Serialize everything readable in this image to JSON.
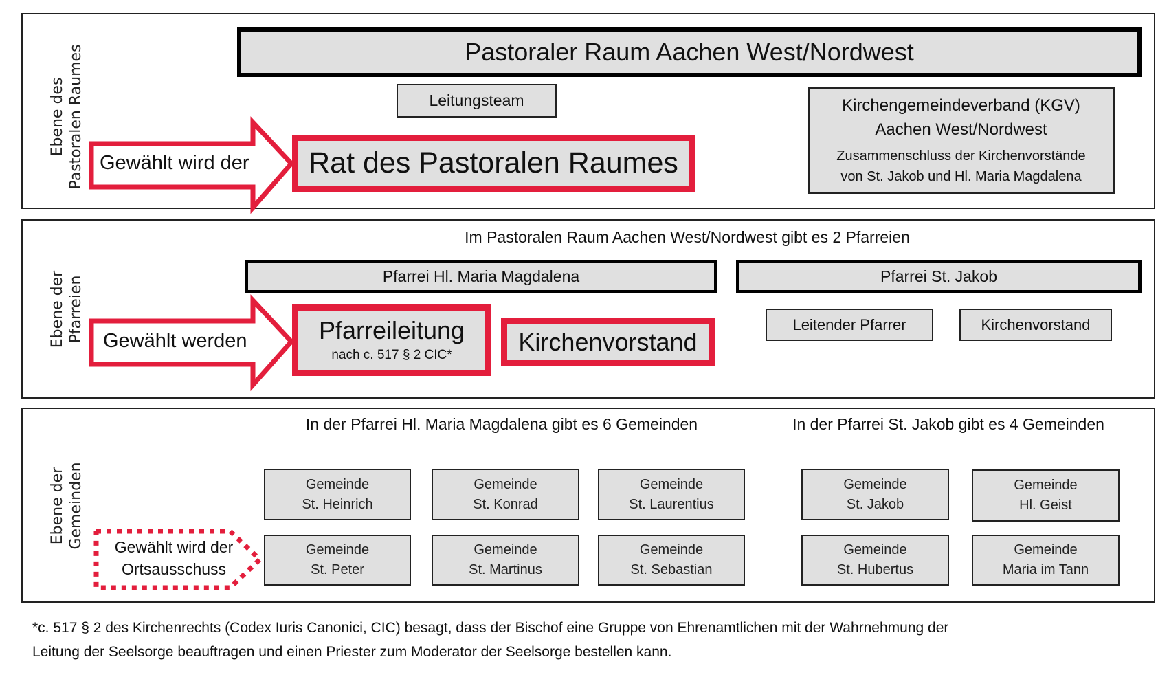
{
  "colors": {
    "accent_red": "#e31e3c",
    "box_fill": "#e0e0e0",
    "border": "#222222"
  },
  "level_pastoral": {
    "side_label_line1": "Ebene des",
    "side_label_line2": "Pastoralen Raumes",
    "title_bar": "Pastoraler Raum Aachen West/Nordwest",
    "leitungsteam": "Leitungsteam",
    "elected_arrow": "Gewählt wird der",
    "elected_body": "Rat des Pastoralen Raumes",
    "kgv": {
      "line1": "Kirchengemeindeverband (KGV)",
      "line2": "Aachen West/Nordwest",
      "line3": "Zusammenschluss der Kirchenvorstände",
      "line4": "von St. Jakob und Hl. Maria Magdalena"
    }
  },
  "level_parishes": {
    "side_label_line1": "Ebene der",
    "side_label_line2": "Pfarreien",
    "caption": "Im Pastoralen Raum Aachen West/Nordwest gibt es 2 Pfarreien",
    "elected_arrow": "Gewählt werden",
    "parish_left": {
      "name": "Pfarrei Hl. Maria Magdalena",
      "pfarreileitung": "Pfarreileitung",
      "pfarreileitung_note": "nach c. 517 § 2 CIC*",
      "kirchenvorstand": "Kirchenvorstand"
    },
    "parish_right": {
      "name": "Pfarrei St. Jakob",
      "leitender_pfarrer": "Leitender Pfarrer",
      "kirchenvorstand": "Kirchenvorstand"
    }
  },
  "level_communities": {
    "side_label_line1": "Ebene der",
    "side_label_line2": "Gemeinden",
    "caption_left": "In der Pfarrei Hl. Maria Magdalena gibt es 6 Gemeinden",
    "caption_right": "In der Pfarrei St. Jakob gibt es 4 Gemeinden",
    "elected_line1": "Gewählt wird der",
    "elected_line2": "Ortsausschuss",
    "communities": [
      {
        "line1": "Gemeinde",
        "line2": "St. Heinrich"
      },
      {
        "line1": "Gemeinde",
        "line2": "St. Konrad"
      },
      {
        "line1": "Gemeinde",
        "line2": "St. Laurentius"
      },
      {
        "line1": "Gemeinde",
        "line2": "St. Jakob"
      },
      {
        "line1": "Gemeinde",
        "line2": "Hl. Geist"
      },
      {
        "line1": "Gemeinde",
        "line2": "St. Peter"
      },
      {
        "line1": "Gemeinde",
        "line2": "St. Martinus"
      },
      {
        "line1": "Gemeinde",
        "line2": "St. Sebastian"
      },
      {
        "line1": "Gemeinde",
        "line2": "St. Hubertus"
      },
      {
        "line1": "Gemeinde",
        "line2": "Maria im Tann"
      }
    ]
  },
  "footnote": {
    "line1": "*c. 517 § 2 des Kirchenrechts (Codex Iuris Canonici, CIC) besagt, dass der Bischof eine Gruppe von Ehrenamtlichen mit der Wahrnehmung der",
    "line2": "Leitung der Seelsorge beauftragen und einen Priester zum Moderator der Seelsorge bestellen kann."
  }
}
